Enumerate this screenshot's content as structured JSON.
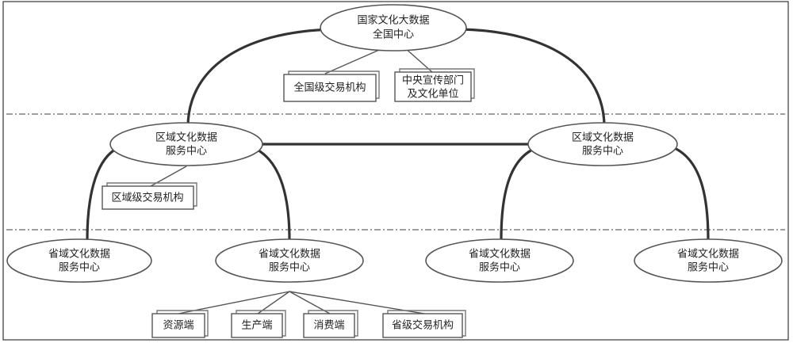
{
  "nodes": {
    "national_center": {
      "line1": "国家文化大数据",
      "line2": "全国中心"
    },
    "national_exchange": {
      "label": "全国级交易机构"
    },
    "central_units": {
      "line1": "中央宣传部门",
      "line2": "及文化单位"
    },
    "regional_center_left": {
      "line1": "区域文化数据",
      "line2": "服务中心"
    },
    "regional_center_right": {
      "line1": "区域文化数据",
      "line2": "服务中心"
    },
    "regional_exchange": {
      "label": "区域级交易机构"
    },
    "provincial_center_1": {
      "line1": "省域文化数据",
      "line2": "服务中心"
    },
    "provincial_center_2": {
      "line1": "省域文化数据",
      "line2": "服务中心"
    },
    "provincial_center_3": {
      "line1": "省域文化数据",
      "line2": "服务中心"
    },
    "provincial_center_4": {
      "line1": "省域文化数据",
      "line2": "服务中心"
    },
    "resource_end": {
      "label": "资源端"
    },
    "production_end": {
      "label": "生产端"
    },
    "consumption_end": {
      "label": "消费端"
    },
    "provincial_exchange": {
      "label": "省级交易机构"
    }
  }
}
